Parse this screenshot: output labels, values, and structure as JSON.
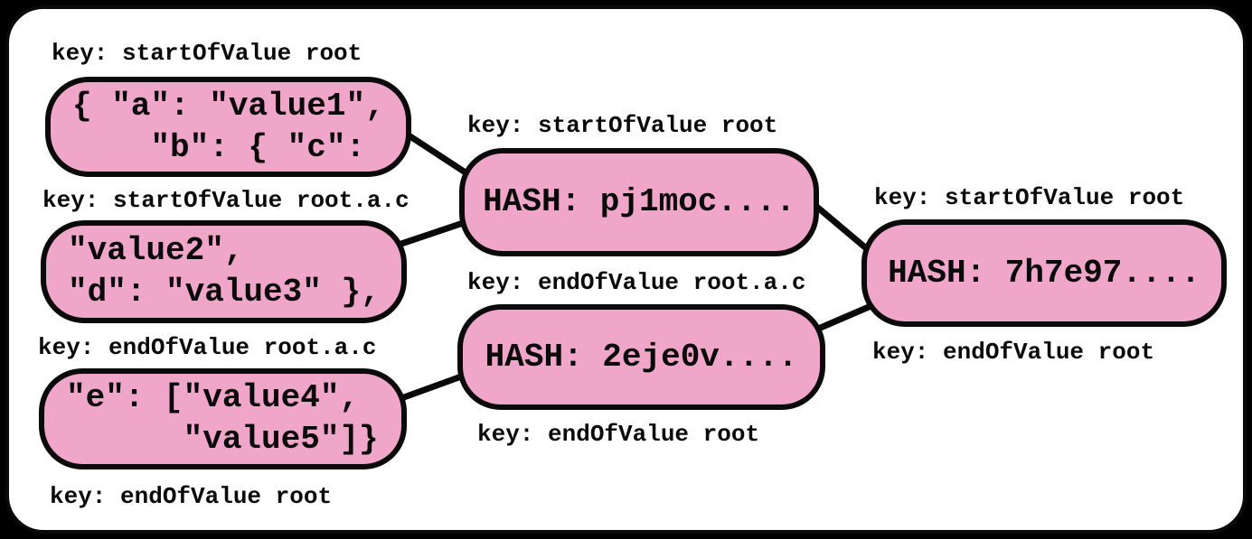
{
  "labels": [
    "key: startOfValue root",
    "key: startOfValue root.a.c",
    "key: endOfValue root.a.c",
    "key: endOfValue root",
    "key: startOfValue root",
    "key: endOfValue root.a.c",
    "key: endOfValue root",
    "key: startOfValue root",
    "key: endOfValue root"
  ],
  "nodes": [
    {
      "lines": [
        "{ \"a\": \"value1\",",
        "    \"b\": { \"c\":"
      ]
    },
    {
      "lines": [
        "\"value2\",",
        "\"d\": \"value3\" },"
      ]
    },
    {
      "lines": [
        "\"e\": [\"value4\",",
        "      \"value5\"]}"
      ]
    },
    {
      "lines": [
        "HASH: pj1moc...."
      ]
    },
    {
      "lines": [
        "HASH: 2eje0v...."
      ]
    },
    {
      "lines": [
        "HASH: 7h7e97...."
      ]
    }
  ],
  "edges": [
    {
      "from": "value-node-1",
      "to": "hash-node-a"
    },
    {
      "from": "value-node-2",
      "to": "hash-node-a"
    },
    {
      "from": "value-node-3",
      "to": "hash-node-b"
    },
    {
      "from": "hash-node-a",
      "to": "root-hash-node"
    },
    {
      "from": "hash-node-b",
      "to": "root-hash-node"
    }
  ],
  "colors": {
    "node_fill": "#efa6c9",
    "stroke": "#0a0a0a",
    "canvas": "#ffffff",
    "background": "#000000"
  }
}
